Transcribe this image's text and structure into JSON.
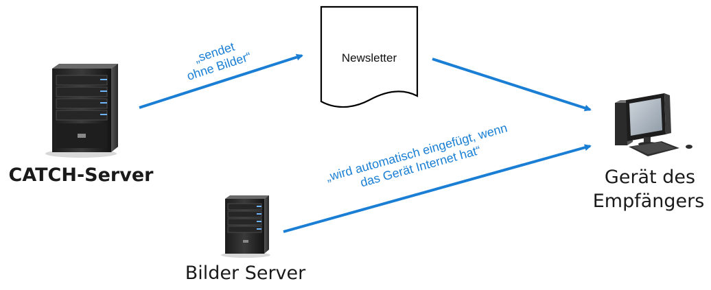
{
  "nodes": {
    "catch_server": {
      "label": "CATCH-Server",
      "icon": "server-tower-icon"
    },
    "image_server": {
      "label": "Bilder Server",
      "icon": "server-tower-icon"
    },
    "newsletter": {
      "label": "Newsletter",
      "icon": "document-icon"
    },
    "recipient_device": {
      "label_line1": "Gerät des",
      "label_line2": "Empfängers",
      "icon": "desktop-computer-icon"
    }
  },
  "edges": {
    "send_without_images": {
      "label_line1": "„sendet",
      "label_line2": "ohne Bilder“"
    },
    "auto_insert": {
      "label_line1": "„wird automatisch eingefügt, wenn",
      "label_line2": "das Gerät Internet hat“"
    }
  },
  "colors": {
    "arrow": "#1a7fd4",
    "text": "#1a1a1a"
  }
}
